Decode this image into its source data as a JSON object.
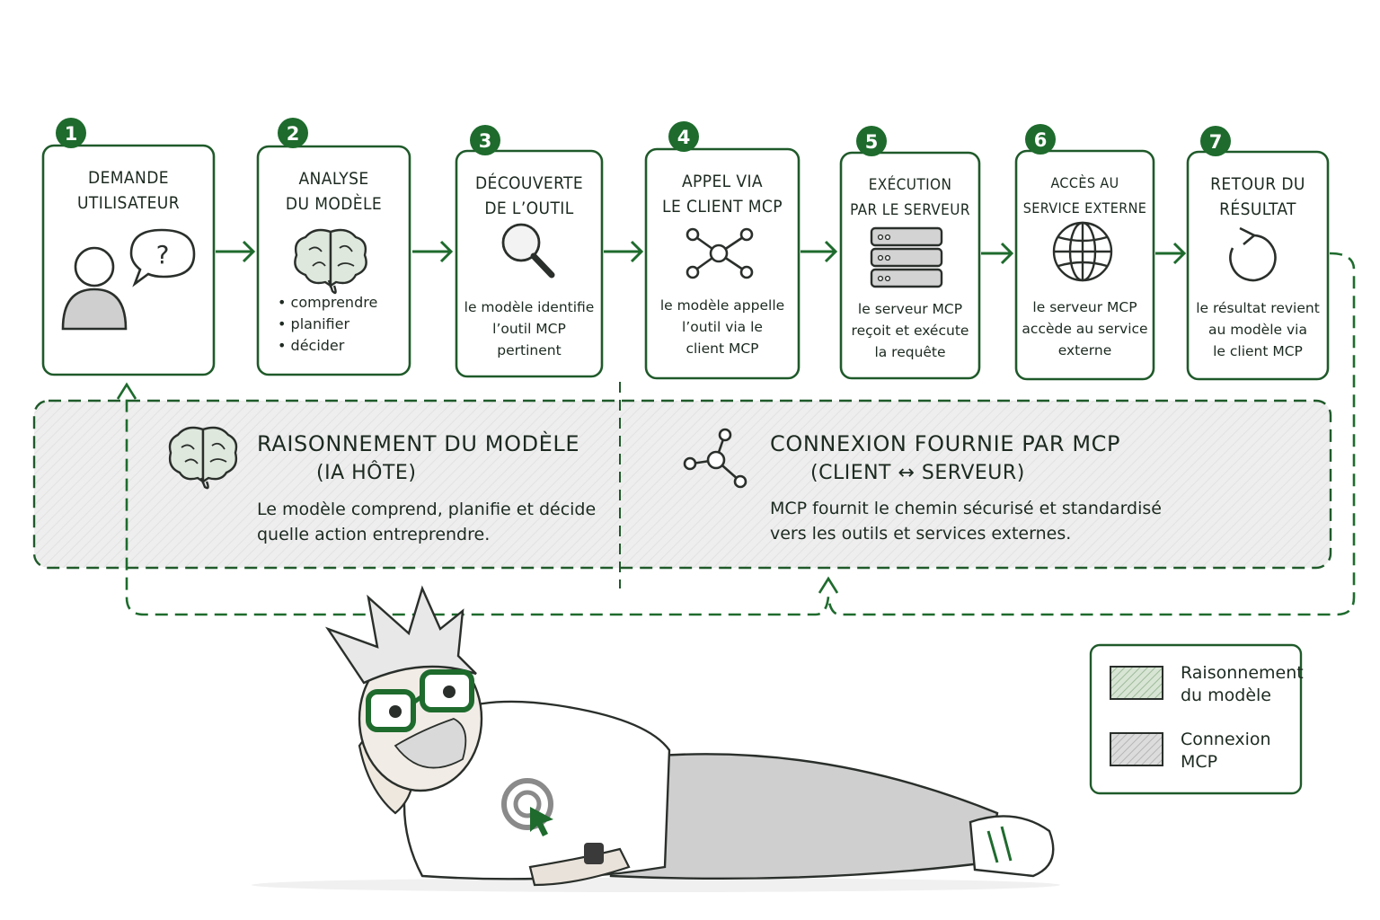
{
  "steps": [
    {
      "number": "1",
      "title": [
        "DEMANDE",
        "UTILISATEUR"
      ],
      "icon": "user-question-icon"
    },
    {
      "number": "2",
      "title": [
        "ANALYSE",
        "DU MODÈLE"
      ],
      "icon": "brain-icon",
      "bullets": [
        "comprendre",
        "planifier",
        "décider"
      ]
    },
    {
      "number": "3",
      "title": [
        "DÉCOUVERTE",
        "DE L’OUTIL"
      ],
      "icon": "magnifier-icon",
      "desc": [
        "le modèle identifie",
        "l’outil MCP",
        "pertinent"
      ]
    },
    {
      "number": "4",
      "title": [
        "APPEL VIA",
        "LE CLIENT MCP"
      ],
      "icon": "network-hub-icon",
      "desc": [
        "le modèle appelle",
        "l’outil via le",
        "client MCP"
      ]
    },
    {
      "number": "5",
      "title": [
        "EXÉCUTION",
        "PAR LE SERVEUR"
      ],
      "icon": "server-icon",
      "desc": [
        "le serveur MCP",
        "reçoit et exécute",
        "la requête"
      ]
    },
    {
      "number": "6",
      "title": [
        "ACCÈS AU",
        "SERVICE EXTERNE"
      ],
      "icon": "globe-icon",
      "desc": [
        "le serveur MCP",
        "accède au service",
        "externe"
      ]
    },
    {
      "number": "7",
      "title": [
        "RETOUR DU",
        "RÉSULTAT"
      ],
      "icon": "return-arrow-icon",
      "desc": [
        "le résultat revient",
        "au modèle via",
        "le client MCP"
      ]
    }
  ],
  "reasoning": {
    "title": "RAISONNEMENT DU MODÈLE",
    "subtitle": "(IA HÔTE)",
    "text": [
      "Le modèle comprend, planifie et décide",
      "quelle action entreprendre."
    ],
    "icon": "brain-icon"
  },
  "connection": {
    "title": "CONNEXION FOURNIE PAR MCP",
    "subtitle": "(CLIENT ↔ SERVEUR)",
    "text": [
      "MCP fournit le chemin sécurisé et standardisé",
      "vers les outils et services externes."
    ],
    "icon": "network-node-icon"
  },
  "legend": {
    "items": [
      {
        "label": [
          "Raisonnement",
          "du modèle"
        ],
        "swatch": "#c9d8c6"
      },
      {
        "label": [
          "Connexion",
          "MCP"
        ],
        "swatch": "#d4d4d4"
      }
    ]
  },
  "colors": {
    "accent": "#1e6b2d",
    "box_stroke": "#1f5a2a",
    "band_fill": "#ececec",
    "text": "#1c2a20"
  }
}
